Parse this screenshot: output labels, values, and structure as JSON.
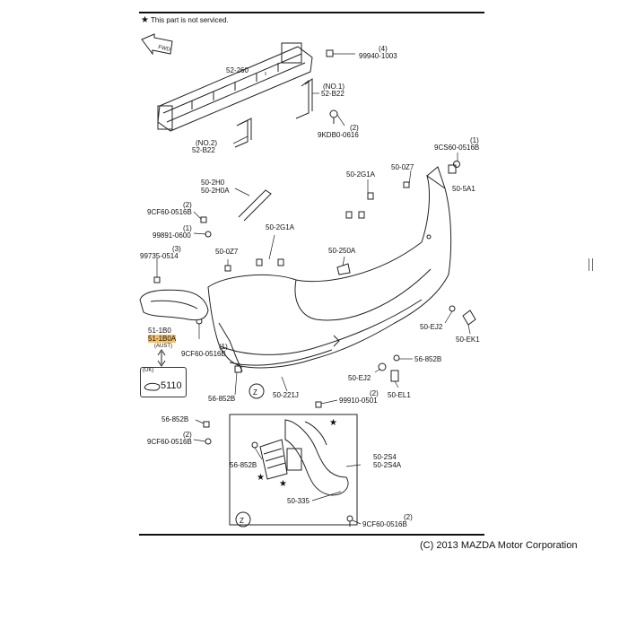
{
  "note": "This part is not serviced.",
  "copyright": "(C) 2013 MAZDA Motor Corporation",
  "fwd_label": "FWD",
  "zone_marker": "Z",
  "callout": {
    "market": "(UK)",
    "code": "5110"
  },
  "labels": {
    "l_52_260": "52-260",
    "l_99940_1003_qty": "(4)",
    "l_99940_1003": "99940-1003",
    "l_52_b22_no1_note": "(NO.1)",
    "l_52_b22_no1": "52-B22",
    "l_9kdb0_qty": "(2)",
    "l_9kdb0": "9KDB0-0616",
    "l_52_b22_no2_note": "(NO.2)",
    "l_52_b22_no2": "52-B22",
    "l_9cs60_qty": "(1)",
    "l_9cs60": "9CS60-0516B",
    "l_50_5a1": "50-5A1",
    "l_50_0z7_top": "50-0Z7",
    "l_50_2g1a_top": "50-2G1A",
    "l_50_2h0": "50-2H0",
    "l_50_2h0a": "50-2H0A",
    "l_9cf60_a_qty": "(2)",
    "l_9cf60_a": "9CF60-0516B",
    "l_99891_qty": "(1)",
    "l_99891": "99891-0600",
    "l_50_2g1a_mid": "50-2G1A",
    "l_99735_qty": "(3)",
    "l_99735": "99735-0514",
    "l_50_0z7_mid": "50-0Z7",
    "l_50_250a": "50-250A",
    "l_51_1b0": "51-1B0",
    "l_51_1b0a": "51-1B0A",
    "l_aust": "(AUST)",
    "l_9cf60_b_qty": "(1)",
    "l_9cf60_b": "9CF60-0516B",
    "l_50_ej2_right": "50-EJ2",
    "l_50_ek1": "50-EK1",
    "l_56_852b_right": "56-852B",
    "l_50_ej2_low": "50-EJ2",
    "l_50_el1": "50-EL1",
    "l_56_852b_left": "56-852B",
    "l_50_221j": "50-221J",
    "l_99910_qty": "(2)",
    "l_99910": "99910-0501",
    "l_56_852b_box": "56-852B",
    "l_9cf60_c_qty": "(2)",
    "l_9cf60_c": "9CF60-0516B",
    "l_56_852b_inner": "56-852B",
    "l_50_2s4": "50-2S4",
    "l_50_2s4a": "50-2S4A",
    "l_50_335": "50-335",
    "l_9cf60_d_qty": "(2)",
    "l_9cf60_d": "9CF60-0516B"
  }
}
